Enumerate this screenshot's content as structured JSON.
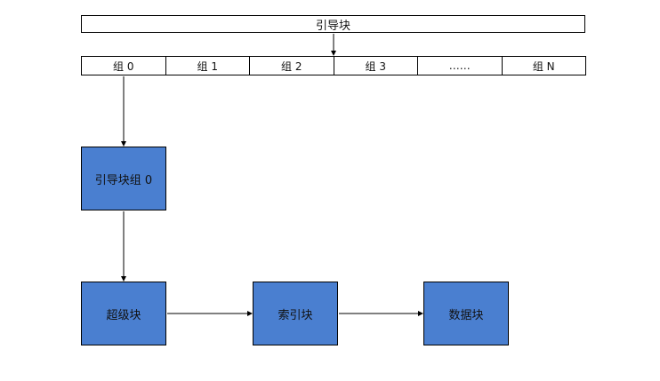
{
  "boot_block": {
    "label": "引导块"
  },
  "groups": [
    "组 0",
    "组 1",
    "组 2",
    "组 3",
    "……",
    "组 N"
  ],
  "boxes": {
    "boot_group_0": "引导块组 0",
    "super_block": "超级块",
    "index_block": "索引块",
    "data_block": "数据块"
  },
  "colors": {
    "box_fill": "#4a7fd0",
    "border": "#000000",
    "arrow": "#000000"
  }
}
